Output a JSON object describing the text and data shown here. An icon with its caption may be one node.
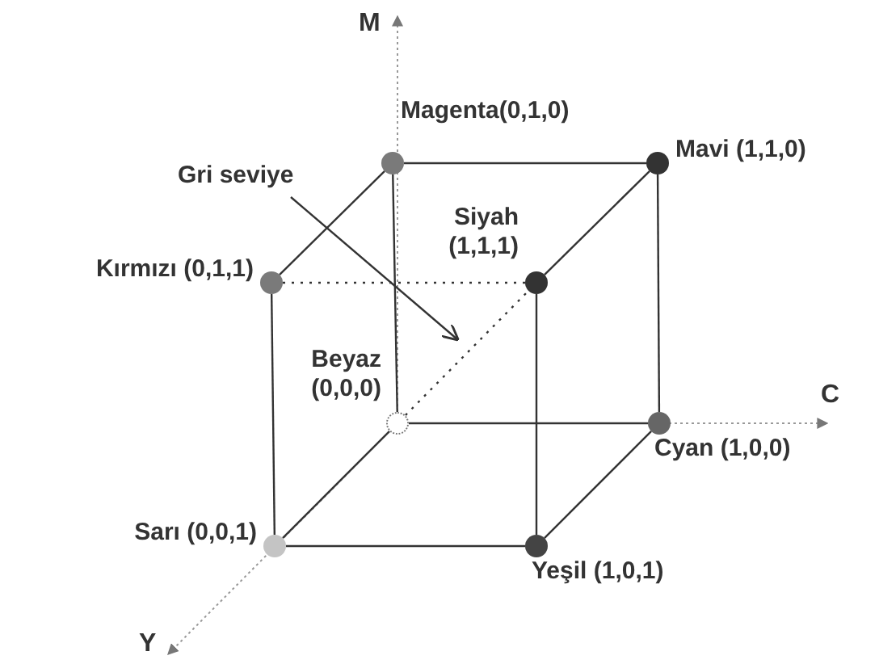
{
  "diagram": {
    "nodes": [
      {
        "text": [
          "Magenta(0,1,0)"
        ]
      },
      {
        "text": [
          "Mavi (1,1,0)"
        ]
      },
      {
        "text": [
          "Gri seviye"
        ]
      },
      {
        "text": [
          "Kırmızı (0,1,1)"
        ]
      },
      {
        "text": [
          "Siyah (1,1,1)"
        ]
      },
      {
        "text": [
          "Beyaz (0,0,0)"
        ]
      },
      {
        "text": [
          "Cyan (1,0,0)"
        ]
      },
      {
        "text": [
          "Sarı (0,0,1)"
        ]
      },
      {
        "text": [
          "Yeşil (1,0,1)"
        ]
      }
    ],
    "edges": [
      {
        "from": 0,
        "to": 1,
        "arrow": "none"
      },
      {
        "from": 0,
        "to": 3,
        "arrow": "none"
      },
      {
        "from": 1,
        "to": 4,
        "arrow": "none"
      },
      {
        "from": 3,
        "to": 4,
        "arrow": "none",
        "style": "dashed"
      },
      {
        "from": 0,
        "to": 5,
        "arrow": "none"
      },
      {
        "from": 1,
        "to": 6,
        "arrow": "none"
      },
      {
        "from": 3,
        "to": 7,
        "arrow": "none"
      },
      {
        "from": 4,
        "to": 8,
        "arrow": "none"
      },
      {
        "from": 5,
        "to": 6,
        "arrow": "none"
      },
      {
        "from": 5,
        "to": 7,
        "arrow": "none"
      },
      {
        "from": 7,
        "to": 8,
        "arrow": "none"
      },
      {
        "from": 6,
        "to": 8,
        "arrow": "none"
      },
      {
        "from": 5,
        "to": 4,
        "arrow": "none",
        "style": "dashed"
      },
      {
        "from": 2,
        "to": null,
        "arrow": "to"
      }
    ],
    "labels": [
      "M",
      "C",
      "Y"
    ]
  }
}
